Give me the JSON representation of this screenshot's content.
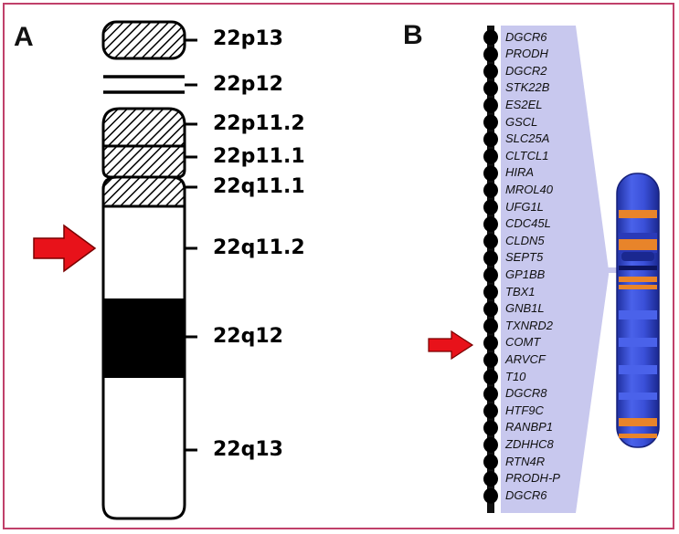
{
  "panel_a": {
    "label": "A",
    "bands": [
      {
        "name": "22p13"
      },
      {
        "name": "22p12"
      },
      {
        "name": "22p11.2"
      },
      {
        "name": "22p11.1"
      },
      {
        "name": "22q11.1"
      },
      {
        "name": "22q11.2"
      },
      {
        "name": "22q12"
      },
      {
        "name": "22q13"
      }
    ]
  },
  "panel_b": {
    "label": "B",
    "genes": [
      "DGCR6",
      "PRODH",
      "DGCR2",
      "STK22B",
      "ES2EL",
      "GSCL",
      "SLC25A",
      "CLTCL1",
      "HIRA",
      "MROL40",
      "UFG1L",
      "CDC45L",
      "CLDN5",
      "SEPT5",
      "GP1BB",
      "TBX1",
      "GNB1L",
      "TXNRD2",
      "COMT",
      "ARVCF",
      "T10",
      "DGCR8",
      "HTF9C",
      "RANBP1",
      "ZDHHC8",
      "RTN4R",
      "PRODH-P",
      "DGCR6"
    ]
  },
  "colors": {
    "frame": "#c0406a",
    "arrow": "#e8121a",
    "highlight": "#c8c8ee",
    "chromosome_blue": "#2f45c8",
    "band_orange": "#e8842a"
  }
}
